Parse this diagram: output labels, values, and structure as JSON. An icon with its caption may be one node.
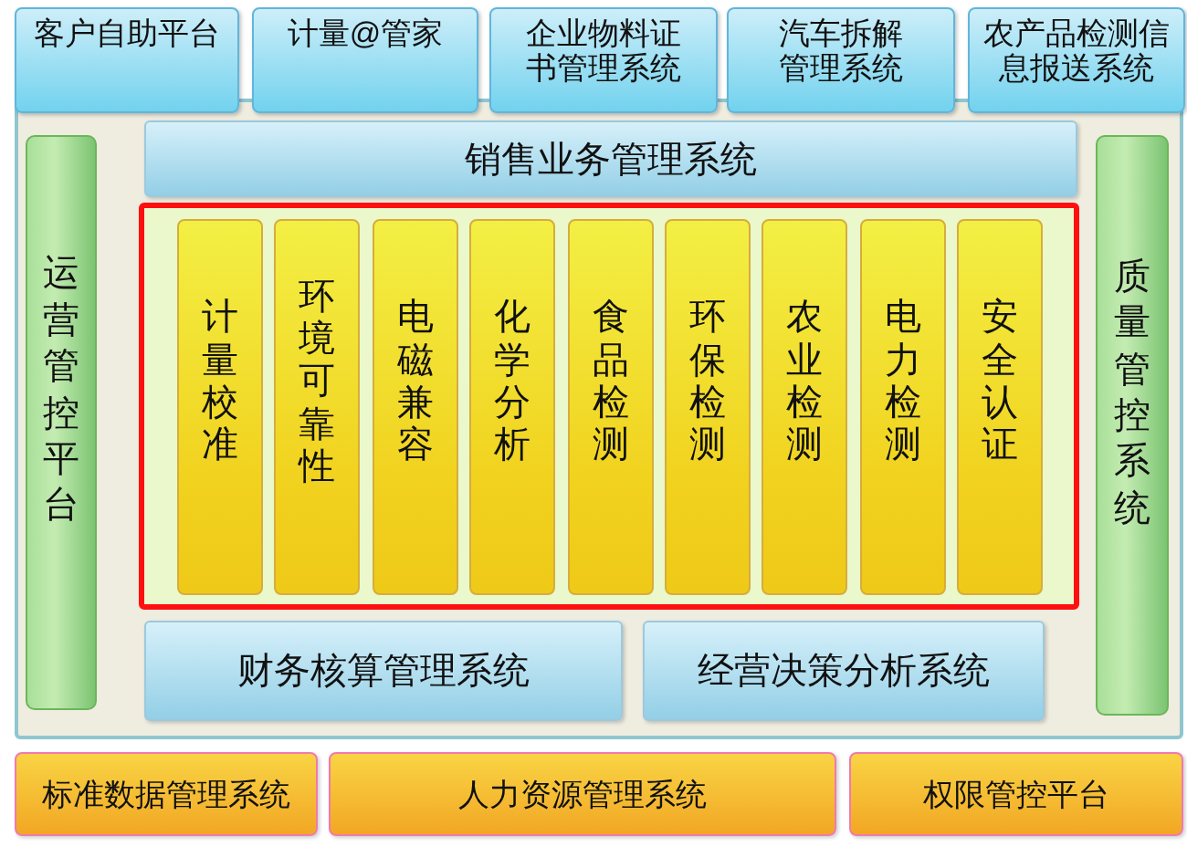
{
  "diagram": {
    "nodes": [
      {
        "text": [
          "客户自助平台"
        ]
      },
      {
        "text": [
          "计量@管家"
        ]
      },
      {
        "text": [
          "企业物料证书管理系统"
        ]
      },
      {
        "text": [
          "汽车拆解管理系统"
        ]
      },
      {
        "text": [
          "农产品检测信息报送系统"
        ]
      },
      {
        "text": [],
        "shape": "box"
      },
      {
        "text": [
          "运营管控平台"
        ],
        "in": 5
      },
      {
        "text": [
          "销售业务管理系统"
        ],
        "in": 5
      },
      {
        "text": [],
        "shape": "box",
        "in": 5
      },
      {
        "text": [
          "计量校准"
        ],
        "in": 8
      },
      {
        "text": [
          "环境可靠性"
        ],
        "in": 8
      },
      {
        "text": [
          "电磁兼容"
        ],
        "in": 8
      },
      {
        "text": [
          "化学分析"
        ],
        "in": 8
      },
      {
        "text": [
          "食品检测"
        ],
        "in": 8
      },
      {
        "text": [
          "环保检测"
        ],
        "in": 8
      },
      {
        "text": [
          "农业检测"
        ],
        "in": 8
      },
      {
        "text": [
          "电力检测"
        ],
        "in": 8
      },
      {
        "text": [
          "安全认证"
        ],
        "in": 8
      },
      {
        "text": [
          "财务核算管理系统"
        ],
        "in": 5
      },
      {
        "text": [
          "经营决策分析系统"
        ],
        "in": 5
      },
      {
        "text": [
          "质量管控系统"
        ],
        "in": 5
      },
      {
        "text": [
          "标准数据管理系统"
        ]
      },
      {
        "text": [
          "人力资源管理系统"
        ]
      },
      {
        "text": [
          "权限管控平台"
        ]
      }
    ]
  }
}
